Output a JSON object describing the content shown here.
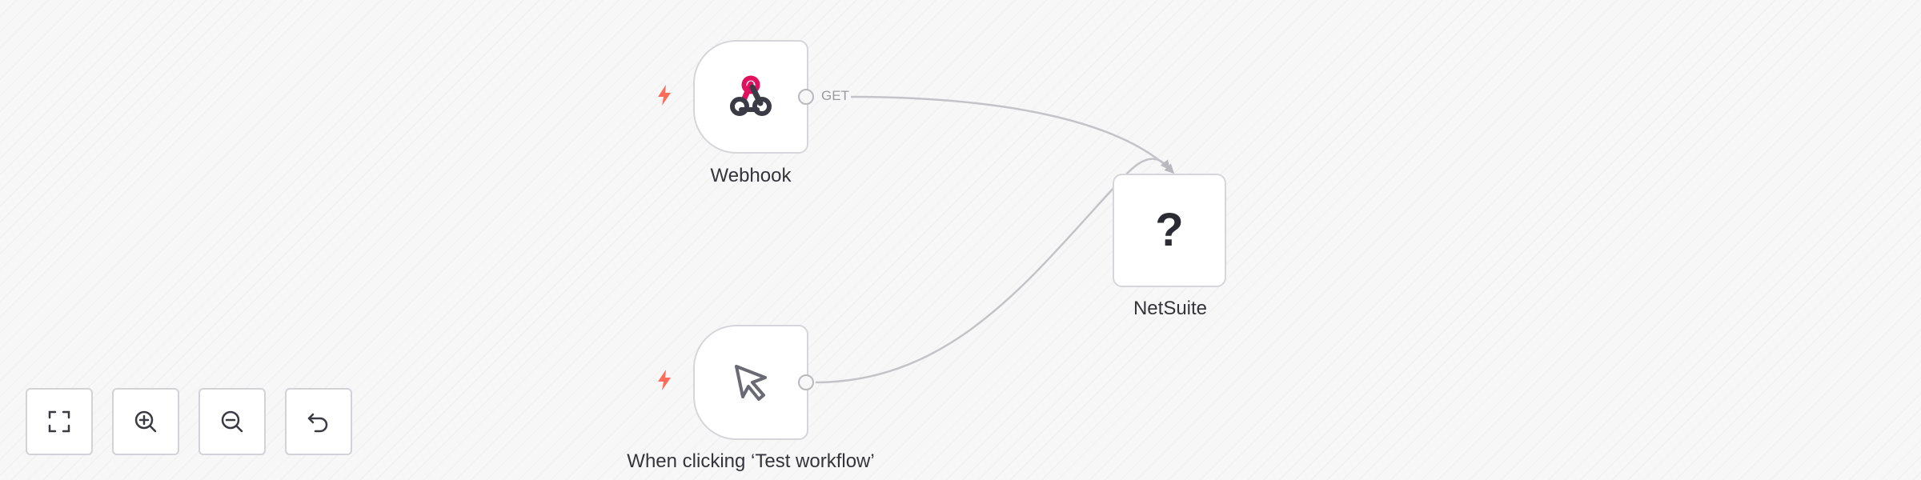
{
  "nodes": {
    "webhook": {
      "label": "Webhook",
      "output_label": "GET",
      "icon": "webhook-icon"
    },
    "manual_trigger": {
      "label": "When clicking ‘Test workflow’",
      "icon": "cursor-icon"
    },
    "netsuite": {
      "label": "NetSuite",
      "icon_text": "?"
    }
  },
  "controls": [
    {
      "name": "fit-view",
      "icon": "fullscreen-icon"
    },
    {
      "name": "zoom-in",
      "icon": "zoom-in-icon"
    },
    {
      "name": "zoom-out",
      "icon": "zoom-out-icon"
    },
    {
      "name": "reset-zoom",
      "icon": "undo-icon"
    }
  ],
  "colors": {
    "trigger_bolt": "#ff6d5a",
    "edge": "#c4c4c8",
    "node_border": "#d6d6da",
    "webhook_pink": "#e0115f",
    "webhook_dark": "#3b3b45"
  }
}
